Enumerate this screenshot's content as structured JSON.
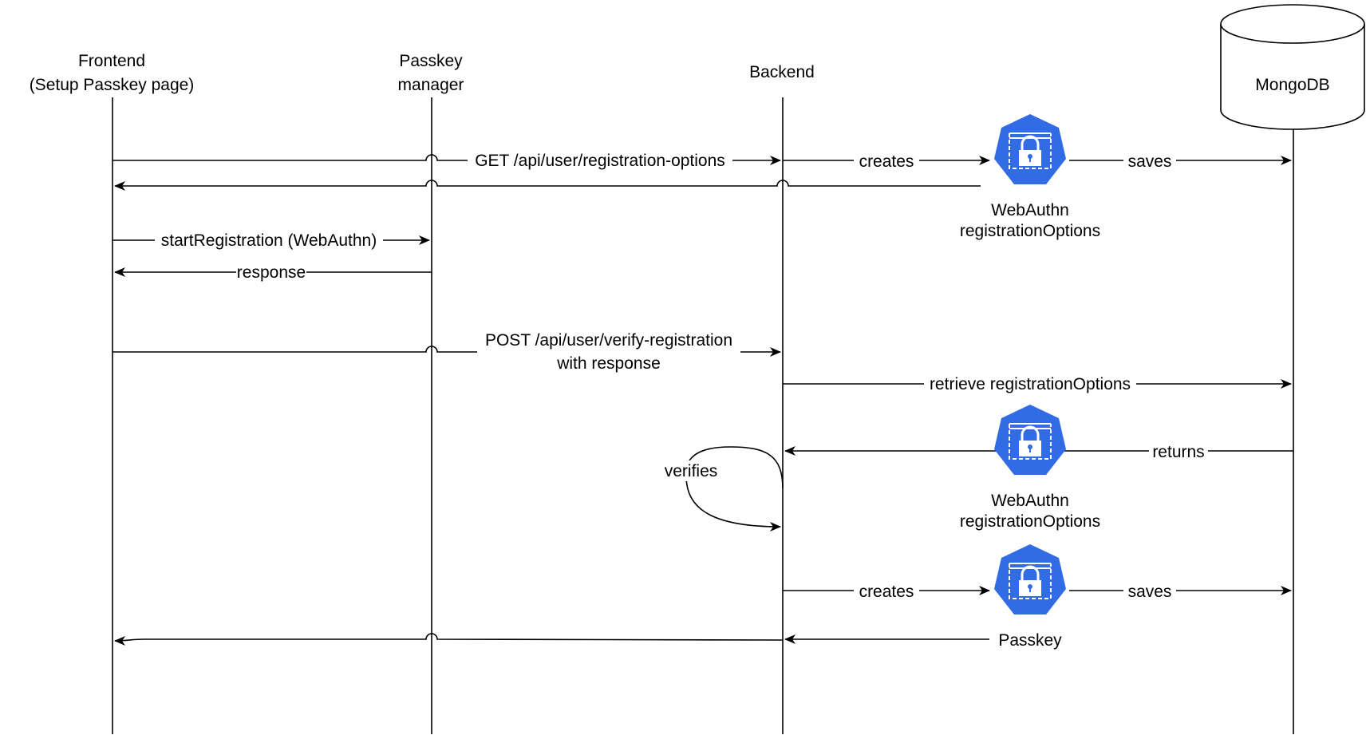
{
  "participants": {
    "frontend": {
      "line1": "Frontend",
      "line2": "(Setup Passkey page)"
    },
    "passkey_manager": {
      "line1": "Passkey",
      "line2": "manager"
    },
    "backend": {
      "label": "Backend"
    },
    "mongodb": {
      "label": "MongoDB"
    }
  },
  "messages": {
    "get_options": "GET /api/user/registration-options",
    "creates_1": "creates",
    "saves_1": "saves",
    "start_registration": "startRegistration (WebAuthn)",
    "response": "response",
    "post_verify_line1": "POST /api/user/verify-registration",
    "post_verify_line2": "with response",
    "retrieve": "retrieve registrationOptions",
    "returns": "returns",
    "verifies": "verifies",
    "creates_2": "creates",
    "saves_2": "saves"
  },
  "objects": {
    "webauthn_options_1": {
      "line1": "WebAuthn",
      "line2": "registrationOptions",
      "icon": "lock-secret-icon"
    },
    "webauthn_options_2": {
      "line1": "WebAuthn",
      "line2": "registrationOptions",
      "icon": "lock-secret-icon"
    },
    "passkey": {
      "label": "Passkey",
      "icon": "lock-secret-icon"
    }
  },
  "colors": {
    "icon_fill": "#326CE5",
    "line": "#000000",
    "background": "#FFFFFF"
  }
}
